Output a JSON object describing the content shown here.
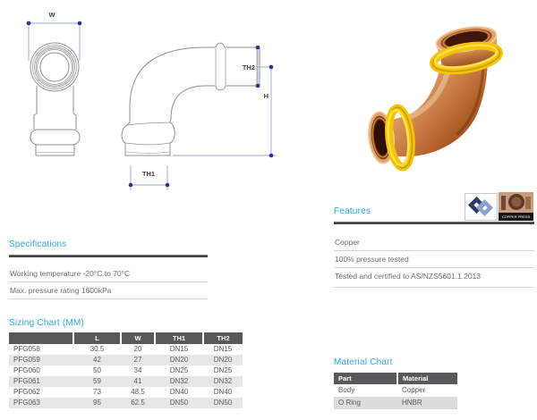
{
  "drawing": {
    "labels": {
      "w": "W",
      "th2": "TH2",
      "h": "H",
      "th1": "TH1"
    }
  },
  "features": {
    "title": "Features",
    "items": [
      "Copper",
      "100% pressure tested",
      "Tested and certified to AS/NZS5601.1.2013"
    ]
  },
  "specifications": {
    "title": "Specifications",
    "items": [
      "Working temperature -20°C to 70°C",
      "Max. pressure rating 1600kPa"
    ]
  },
  "sizing_chart": {
    "title": "Sizing Chart (MM)",
    "headers": [
      "",
      "L",
      "W",
      "TH1",
      "TH2"
    ],
    "rows": [
      [
        "PFG058",
        "30.5",
        "20",
        "DN15",
        "DN15"
      ],
      [
        "PFG059",
        "42",
        "27",
        "DN20",
        "DN20"
      ],
      [
        "PFG060",
        "50",
        "34",
        "DN25",
        "DN25"
      ],
      [
        "PFG061",
        "59",
        "41",
        "DN32",
        "DN32"
      ],
      [
        "PFG062",
        "73",
        "48.5",
        "DN40",
        "DN40"
      ],
      [
        "PFG063",
        "95",
        "62.5",
        "DN50",
        "DN50"
      ]
    ]
  },
  "material_chart": {
    "title": "Material Chart",
    "headers": [
      "Part",
      "Material"
    ],
    "rows": [
      [
        "Body",
        "Copper"
      ],
      [
        "O Ring",
        "HNBR"
      ]
    ]
  },
  "logos": {
    "copper_press_label": "COPPER PRESS"
  },
  "colors": {
    "accent_blue": "#29ABE2",
    "table_header_gray": "#58595B",
    "row_alt_gray": "#E6E7E8",
    "dimension_blue": "#96A5D2",
    "dimension_dot_navy": "#27348B",
    "copper": "#C9804A",
    "oring_yellow": "#F5C400"
  }
}
